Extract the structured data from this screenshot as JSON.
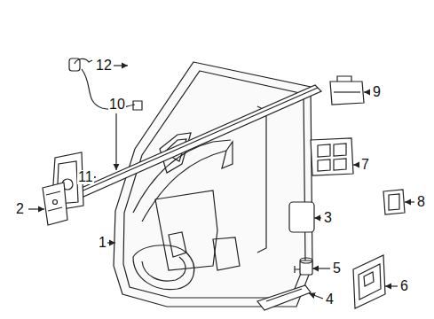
{
  "diagram": {
    "labels": [
      "12",
      "10",
      "9",
      "11",
      "7",
      "3",
      "8",
      "2",
      "5",
      "6",
      "1",
      "4"
    ]
  }
}
